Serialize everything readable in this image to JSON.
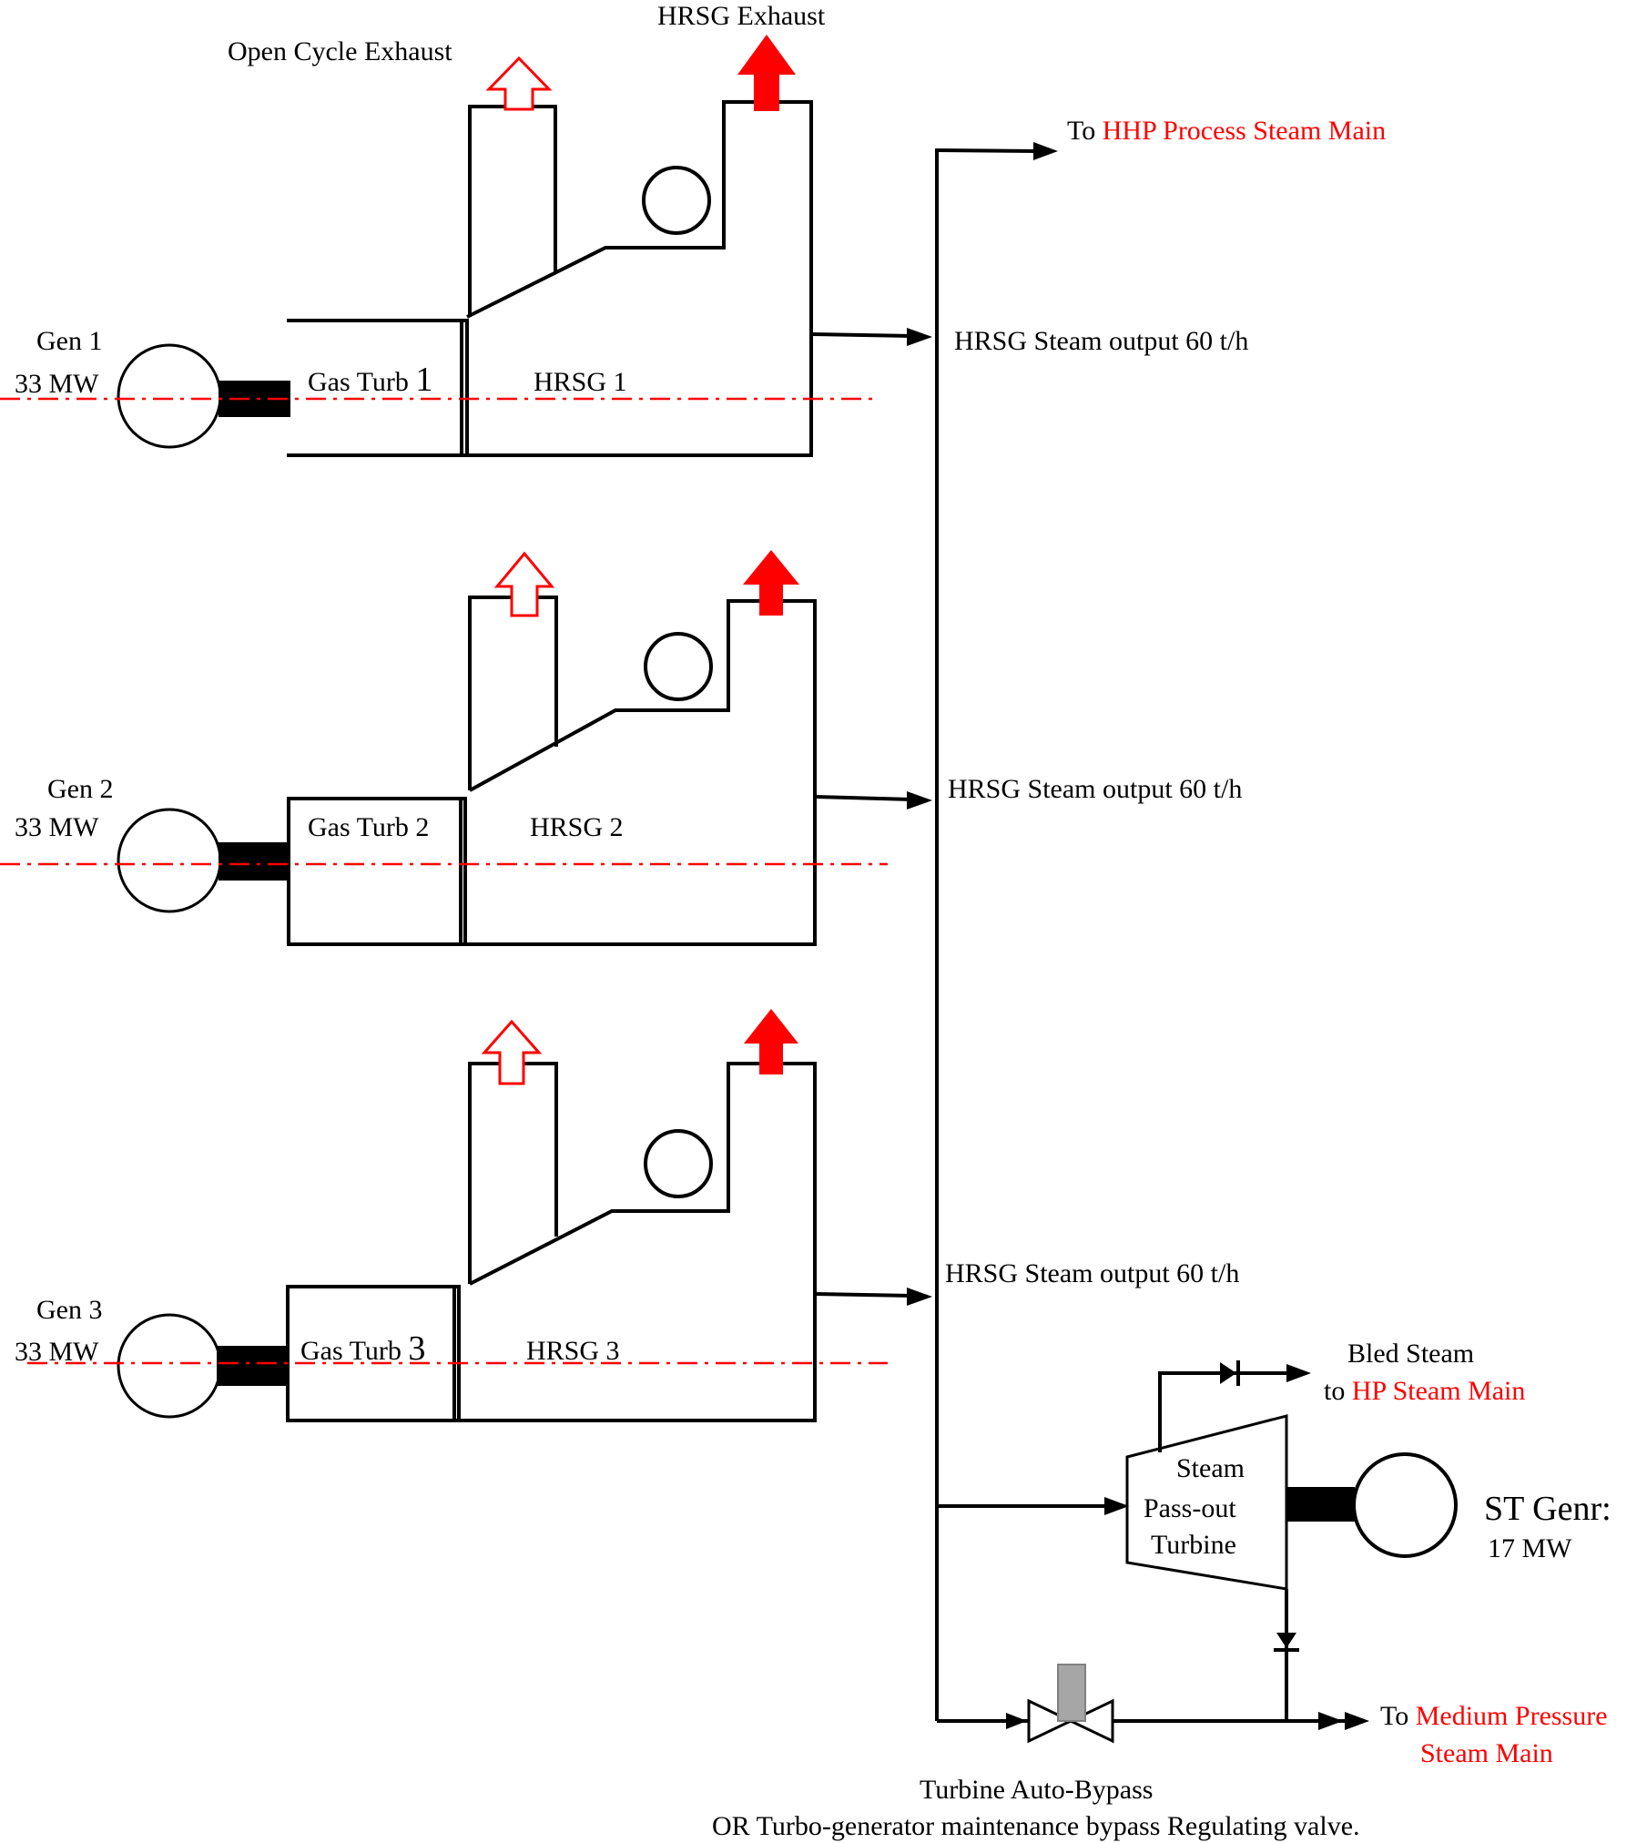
{
  "header": {
    "open_cycle_exhaust": "Open Cycle Exhaust",
    "hrsg_exhaust": "HRSG Exhaust"
  },
  "units": [
    {
      "gen_name": "Gen 1",
      "gen_power": "33 MW",
      "gas_turb_text": "Gas Turb ",
      "gas_turb_num": "1",
      "hrsg_label": "HRSG 1",
      "steam_output": "HRSG Steam output 60 t/h"
    },
    {
      "gen_name": "Gen 2",
      "gen_power": "33 MW",
      "gas_turb_text": "Gas Turb ",
      "gas_turb_num": "2",
      "hrsg_label": "HRSG 2",
      "steam_output": "HRSG Steam output 60 t/h"
    },
    {
      "gen_name": "Gen 3",
      "gen_power": "33 MW",
      "gas_turb_text": "Gas Turb ",
      "gas_turb_num": "3",
      "hrsg_label": "HRSG 3",
      "steam_output": "HRSG Steam output 60 t/h"
    }
  ],
  "hhp_main": {
    "prefix": "To ",
    "name": "HHP Process Steam Main"
  },
  "bled_steam": {
    "line1": "Bled Steam",
    "prefix": "to ",
    "name": "HP Steam Main"
  },
  "steam_turbine": {
    "line1": "Steam",
    "line2": "Pass-out",
    "line3": "Turbine"
  },
  "st_generator": {
    "name": "ST Genr:",
    "power": "17 MW"
  },
  "mp_main": {
    "prefix": "To ",
    "line1_red": "Medium Pressure",
    "line2_red": "Steam Main"
  },
  "bypass_caption": {
    "line1": "Turbine Auto-Bypass",
    "line2": "OR Turbo-generator maintenance bypass Regulating valve."
  },
  "colors": {
    "accent": "#ff0000",
    "valve_stem": "#a6a6a6",
    "line": "#000000"
  }
}
